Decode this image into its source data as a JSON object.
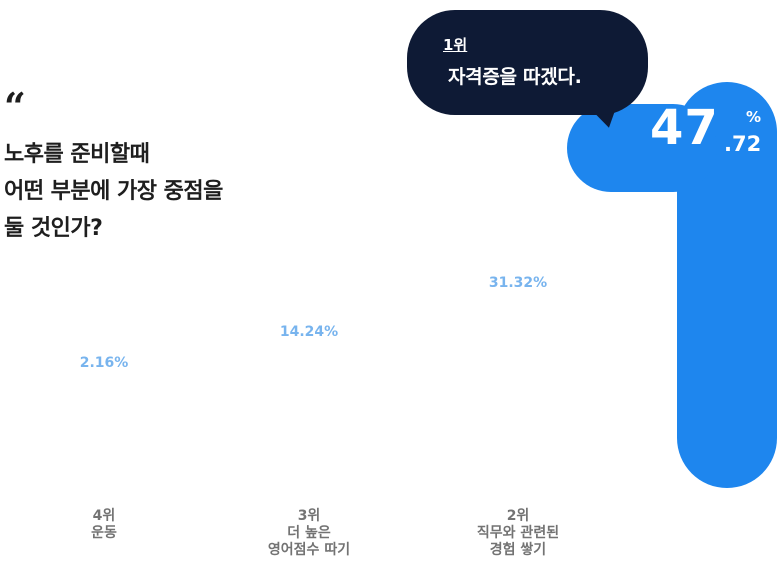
{
  "question": {
    "quote": "“",
    "lines": [
      "노후를 준비할때",
      "어떤 부분에 가장 중점을",
      "둘 것인가?"
    ]
  },
  "colors": {
    "bar": "#1e86ee",
    "pct_label": "#78b4ee",
    "bubble": "#0e1a35",
    "category": "#737373"
  },
  "chart_data": {
    "type": "bar",
    "unit": "%",
    "categories": [
      {
        "rank": "4위",
        "lines": [
          "운동"
        ]
      },
      {
        "rank": "3위",
        "lines": [
          "더 높은",
          "영어점수 따기"
        ]
      },
      {
        "rank": "2위",
        "lines": [
          "직무와 관련된",
          "경험 쌓기"
        ]
      },
      {
        "rank": "1위",
        "lines": [
          "자격증을 따겠다."
        ]
      }
    ],
    "values": [
      2.16,
      14.24,
      31.32,
      47.72
    ],
    "value_labels": [
      "2.16%",
      "14.24%",
      "31.32%",
      ""
    ],
    "top_item": {
      "rank": "1위",
      "text": "자격증을 따겠다.",
      "integer": "47",
      "decimal": ".72",
      "percent": "%"
    }
  }
}
